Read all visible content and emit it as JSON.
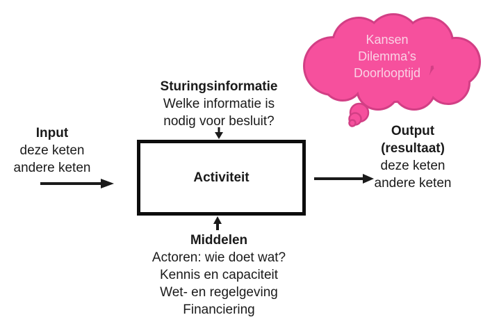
{
  "colors": {
    "text": "#1a1a1a",
    "arrow": "#1a1a1a",
    "box_border": "#0d0d0d",
    "cloud_fill": "#f6509d",
    "cloud_border": "#d23f85",
    "cloud_text": "#fad2e5"
  },
  "input_block": {
    "title": "Input",
    "lines": [
      "deze keten",
      "andere keten"
    ]
  },
  "sturing_block": {
    "title": "Sturingsinformatie",
    "lines": [
      "Welke informatie is",
      "nodig voor besluit?"
    ]
  },
  "activity_box": {
    "label": "Activiteit"
  },
  "middelen_block": {
    "title": "Middelen",
    "lines": [
      "Actoren: wie doet wat?",
      "Kennis en capaciteit",
      "Wet- en regelgeving",
      "Financiering"
    ]
  },
  "output_block": {
    "title": "Output",
    "subtitle": "(resultaat)",
    "lines": [
      "deze keten",
      "andere keten"
    ]
  },
  "cloud": {
    "lines": [
      "Kansen",
      "Dilemma’s",
      "Doorlooptijd"
    ]
  }
}
